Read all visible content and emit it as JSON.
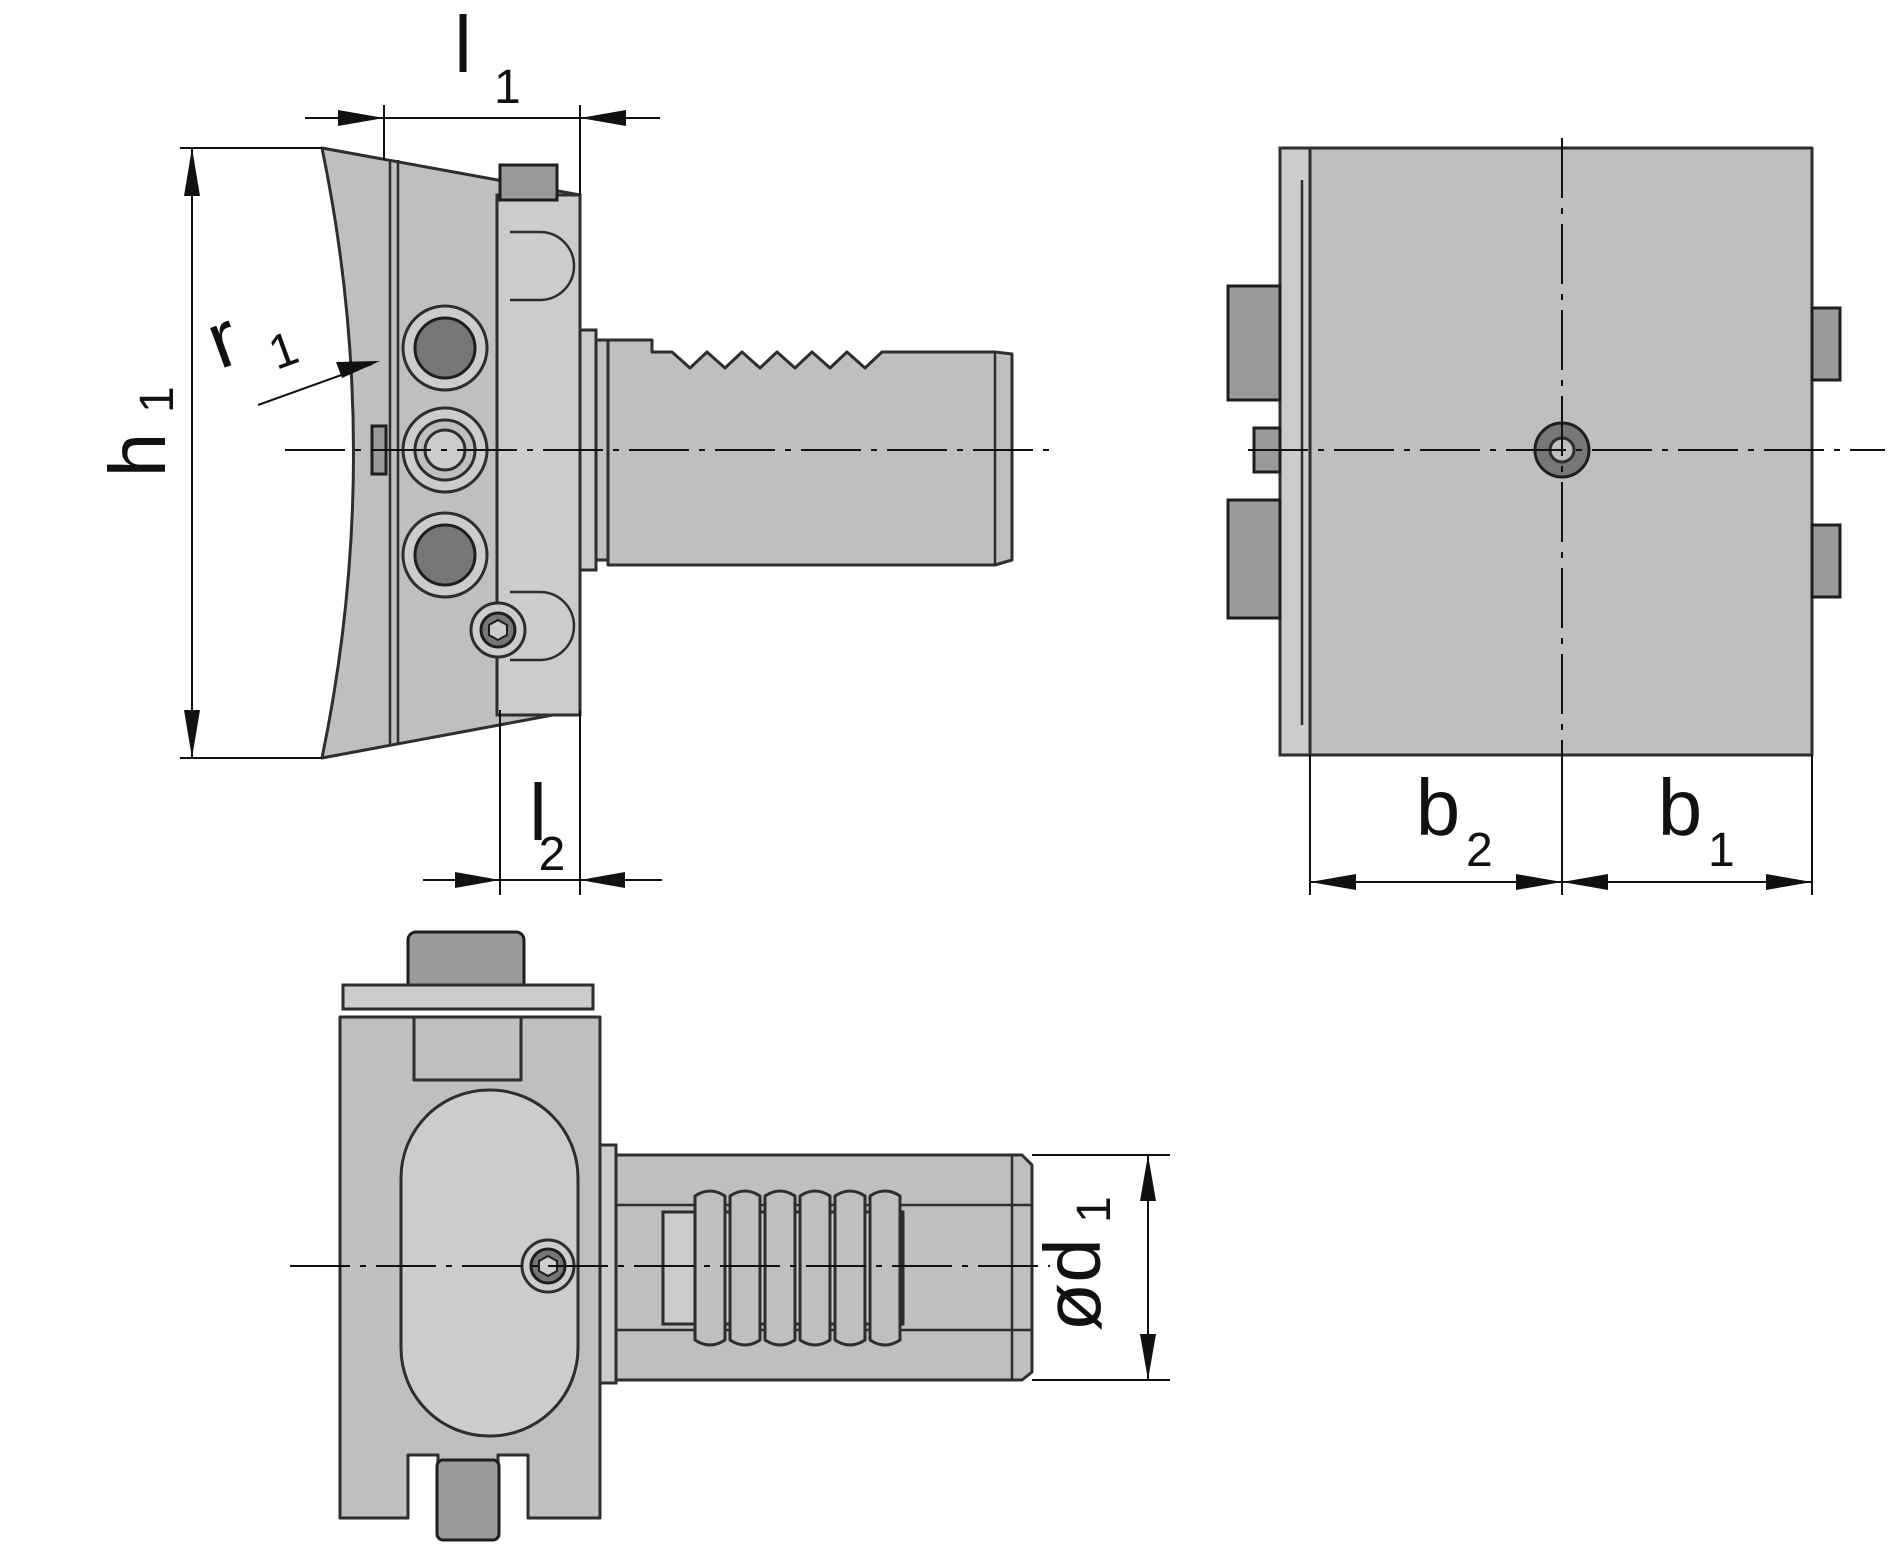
{
  "diagram": {
    "views": [
      "side-view",
      "front-view",
      "top-view"
    ],
    "dimensions": {
      "l1": {
        "main": "l",
        "sub": "1"
      },
      "l2": {
        "main": "l",
        "sub": "2"
      },
      "h1": {
        "main": "h",
        "sub": "1"
      },
      "r1": {
        "main": "r",
        "sub": "1"
      },
      "b1": {
        "main": "b",
        "sub": "1"
      },
      "b2": {
        "main": "b",
        "sub": "2"
      },
      "d1": {
        "main": "ød",
        "sub": "1"
      }
    },
    "colors": {
      "body": "#bfbfbf",
      "screw": "#777777",
      "outline": "#2e2e2e"
    }
  }
}
